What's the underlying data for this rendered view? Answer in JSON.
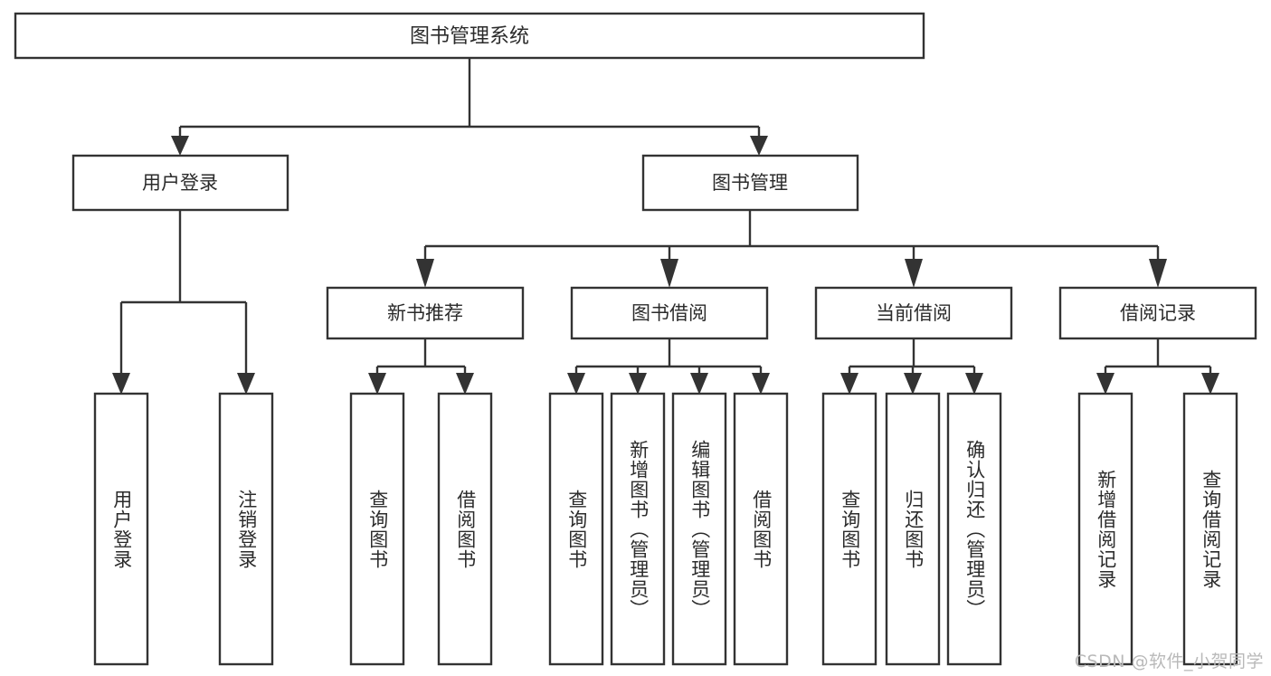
{
  "diagram": {
    "title": "图书管理系统",
    "watermark": "CSDN @软件_小贺同学",
    "colors": {
      "box_stroke": "#333333",
      "box_fill": "#ffffff",
      "text": "#2b2b2b",
      "connector": "#333333",
      "watermark": "#b9b9b9",
      "background": "#ffffff"
    },
    "root": {
      "label": "图书管理系统"
    },
    "level2": [
      {
        "label": "用户登录"
      },
      {
        "label": "图书管理"
      }
    ],
    "level3": [
      {
        "label": "新书推荐"
      },
      {
        "label": "图书借阅"
      },
      {
        "label": "当前借阅"
      },
      {
        "label": "借阅记录"
      }
    ],
    "leaves": {
      "user_login": [
        {
          "label": "用户登录"
        },
        {
          "label": "注销登录"
        }
      ],
      "new_book_recommend": [
        {
          "label": "查询图书"
        },
        {
          "label": "借阅图书"
        }
      ],
      "book_borrow": [
        {
          "label": "查询图书"
        },
        {
          "label": "新增图书（管理员）"
        },
        {
          "label": "编辑图书（管理员）"
        },
        {
          "label": "借阅图书"
        }
      ],
      "current_borrow": [
        {
          "label": "查询图书"
        },
        {
          "label": "归还图书"
        },
        {
          "label": "确认归还（管理员）"
        }
      ],
      "borrow_record": [
        {
          "label": "新增借阅记录"
        },
        {
          "label": "查询借阅记录"
        }
      ]
    }
  }
}
